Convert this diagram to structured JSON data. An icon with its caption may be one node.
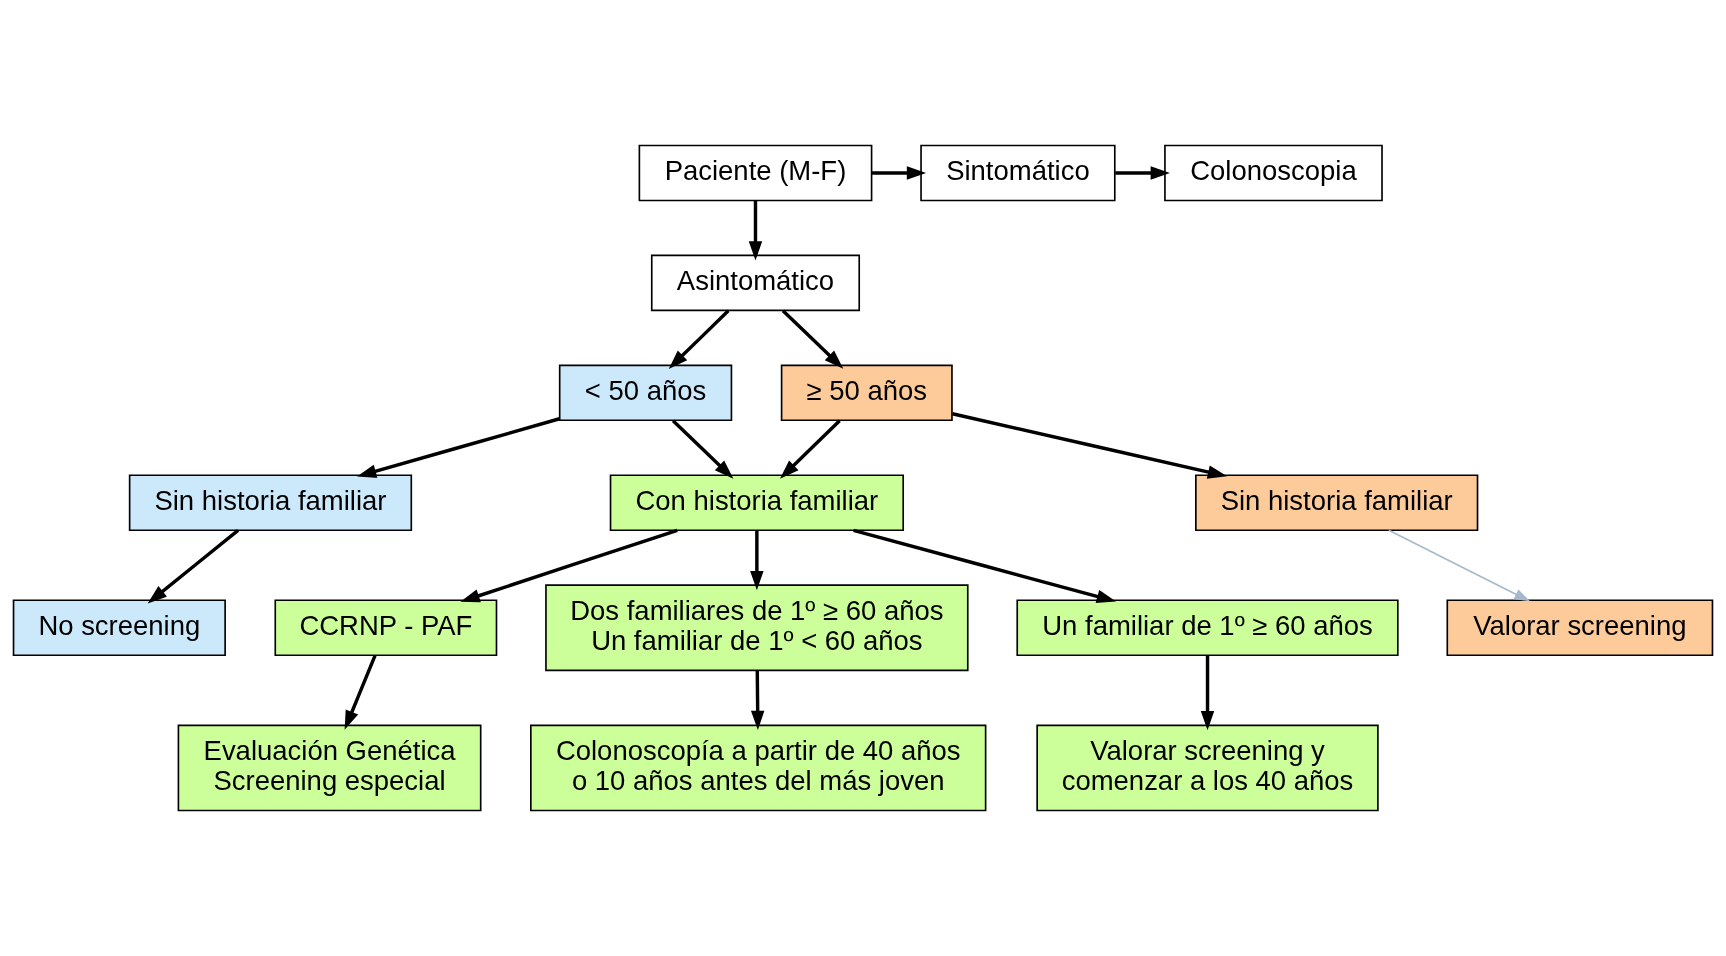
{
  "diagram": {
    "nodes": [
      {
        "text": [
          "Paciente (M-F)"
        ]
      },
      {
        "text": [
          "Sintomático"
        ]
      },
      {
        "text": [
          "Colonoscopia"
        ]
      },
      {
        "text": [
          "Asintomático"
        ]
      },
      {
        "text": [
          "< 50 años"
        ]
      },
      {
        "text": [
          "≥ 50 años"
        ]
      },
      {
        "text": [
          "Sin historia familiar"
        ]
      },
      {
        "text": [
          "Con historia familiar"
        ]
      },
      {
        "text": [
          "Sin historia familiar"
        ]
      },
      {
        "text": [
          "No screening"
        ]
      },
      {
        "text": [
          "Valorar screening"
        ]
      },
      {
        "text": [
          "CCRNP - PAF"
        ]
      },
      {
        "text": [
          "Dos familiares de 1º ≥ 60 años",
          "Un familiar de 1º < 60 años"
        ]
      },
      {
        "text": [
          "Un familiar de 1º ≥ 60 años"
        ]
      },
      {
        "text": [
          "Evaluación Genética",
          "Screening especial"
        ]
      },
      {
        "text": [
          "Colonoscopía a partir de 40 años o 10 años antes del más joven"
        ]
      },
      {
        "text": [
          "Valorar screening y comenzar a los 40 años"
        ]
      }
    ],
    "edges": [
      {
        "from": 0,
        "to": 1,
        "arrow": "to"
      },
      {
        "from": 1,
        "to": 2,
        "arrow": "to"
      },
      {
        "from": 0,
        "to": 3,
        "arrow": "to"
      },
      {
        "from": 3,
        "to": 4,
        "arrow": "to"
      },
      {
        "from": 3,
        "to": 5,
        "arrow": "to"
      },
      {
        "from": 4,
        "to": 6,
        "arrow": "to"
      },
      {
        "from": 4,
        "to": 7,
        "arrow": "to"
      },
      {
        "from": 5,
        "to": 7,
        "arrow": "to"
      },
      {
        "from": 5,
        "to": 8,
        "arrow": "to"
      },
      {
        "from": 6,
        "to": 9,
        "arrow": "to"
      },
      {
        "from": 8,
        "to": 10,
        "arrow": "to",
        "color": "#a6b8cc"
      },
      {
        "from": 7,
        "to": 11,
        "arrow": "to"
      },
      {
        "from": 7,
        "to": 12,
        "arrow": "to"
      },
      {
        "from": 7,
        "to": 13,
        "arrow": "to"
      },
      {
        "from": 11,
        "to": 14,
        "arrow": "to"
      },
      {
        "from": 12,
        "to": 15,
        "arrow": "to"
      },
      {
        "from": 13,
        "to": 16,
        "arrow": "to"
      }
    ]
  }
}
